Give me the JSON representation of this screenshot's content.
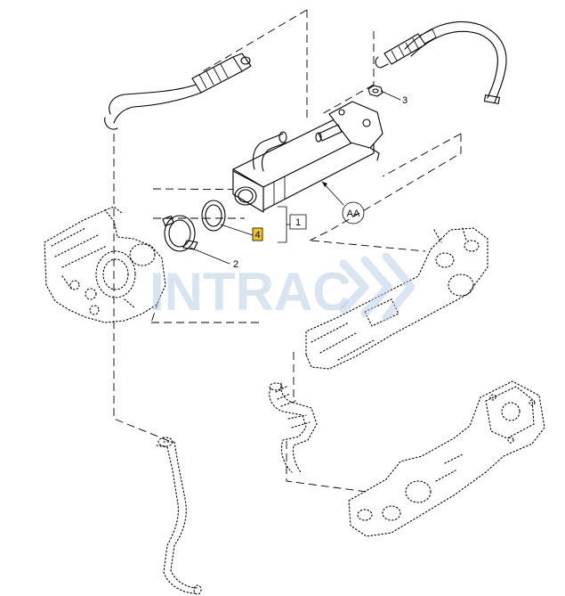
{
  "callouts": {
    "c1": "1",
    "c2": "2",
    "c3": "3",
    "c4": "4",
    "caa": "AA"
  },
  "watermark": {
    "text": "INTRAC",
    "color": "#b9cfe4"
  },
  "colors": {
    "highlight": "#f5c518",
    "line": "#000000"
  }
}
